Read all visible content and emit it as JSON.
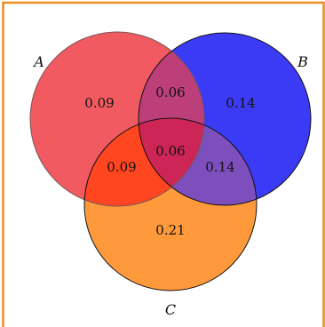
{
  "colors": {
    "frame": "#ee8c1a",
    "set_a": "#f25a62",
    "set_b": "#3b3bf5",
    "set_c": "#ff9a3c",
    "ab": "#bc3f79",
    "ac": "#ff4620",
    "bc": "#7c4fbc",
    "abc": "#cd2656"
  },
  "sets": {
    "a": {
      "label": "A"
    },
    "b": {
      "label": "B"
    },
    "c": {
      "label": "C"
    }
  },
  "regions": {
    "a_only": "0.09",
    "b_only": "0.14",
    "c_only": "0.21",
    "ab": "0.06",
    "ac": "0.09",
    "bc": "0.14",
    "abc": "0.06"
  }
}
